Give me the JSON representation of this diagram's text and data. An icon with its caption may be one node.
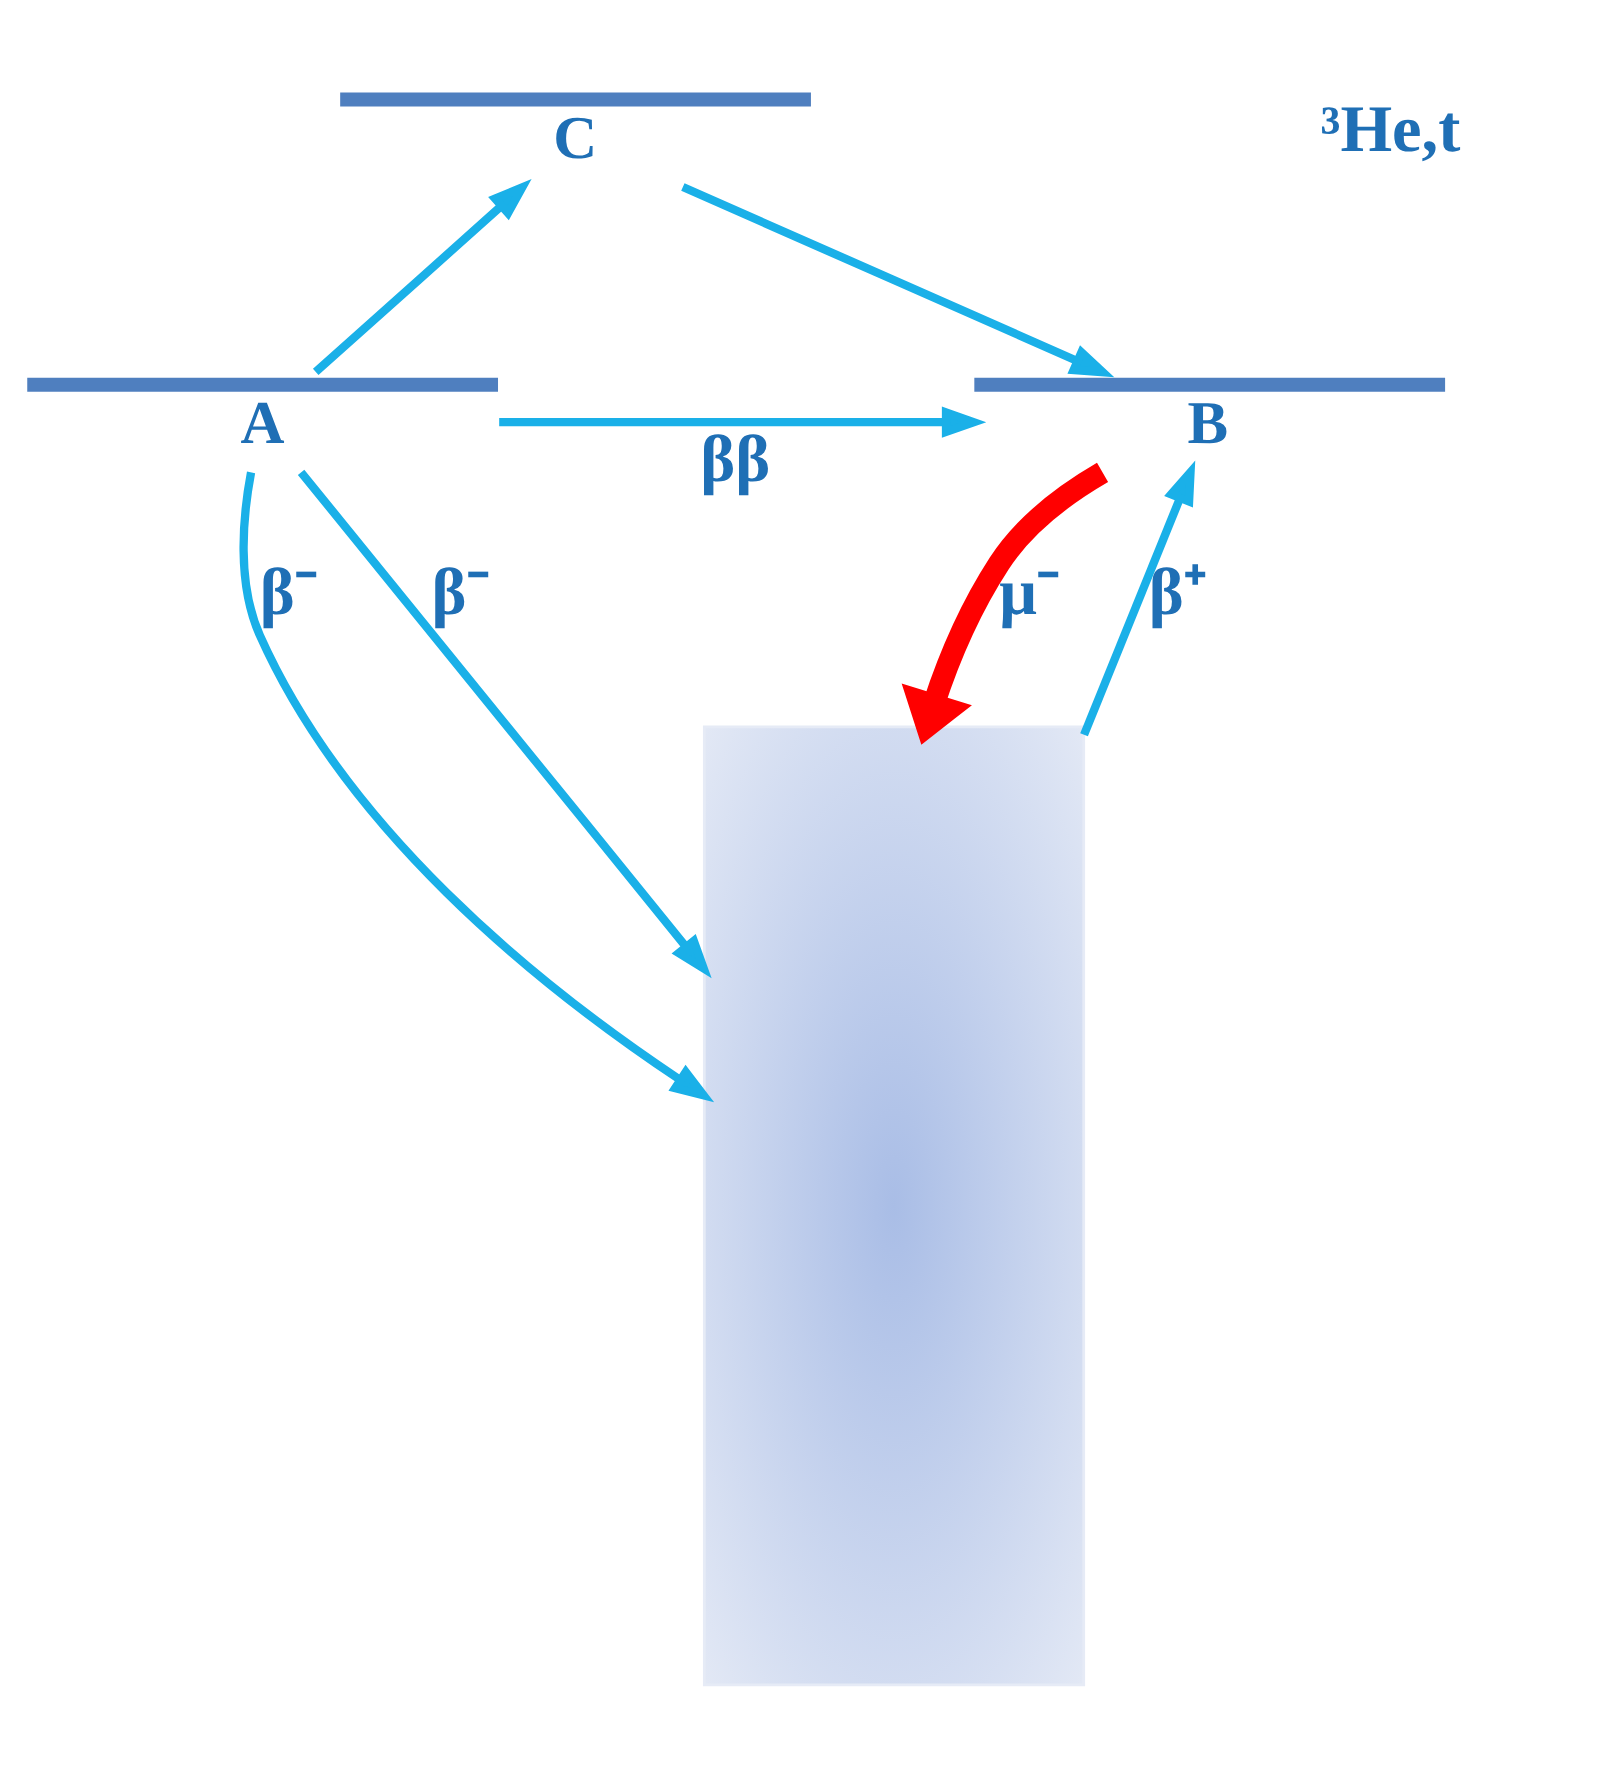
{
  "diagram": {
    "nodes": [
      {
        "text": [],
        "shape": "box"
      },
      {
        "text": [],
        "shape": "bar",
        "beside": [
          "C"
        ]
      },
      {
        "text": [],
        "shape": "bar",
        "beside": [
          "A"
        ]
      },
      {
        "text": [],
        "shape": "bar",
        "beside": [
          "B"
        ]
      }
    ],
    "edges": [
      {
        "from": 2,
        "to": 0,
        "arrow": "to",
        "label": "β⁻"
      },
      {
        "from": 2,
        "to": 0,
        "arrow": "to",
        "label": "β⁻"
      },
      {
        "from": 2,
        "to": 1,
        "arrow": "to"
      },
      {
        "from": 2,
        "to": 3,
        "arrow": "to",
        "label": "ββ"
      },
      {
        "from": 0,
        "to": 3,
        "arrow": "to",
        "label": "β⁺"
      },
      {
        "from": 1,
        "to": 3,
        "arrow": "to"
      },
      {
        "from": 3,
        "to": 0,
        "arrow": "to",
        "label": "μ⁻",
        "style": "thick",
        "color": "#ff0000"
      }
    ],
    "labels": [
      "³He,t"
    ]
  }
}
